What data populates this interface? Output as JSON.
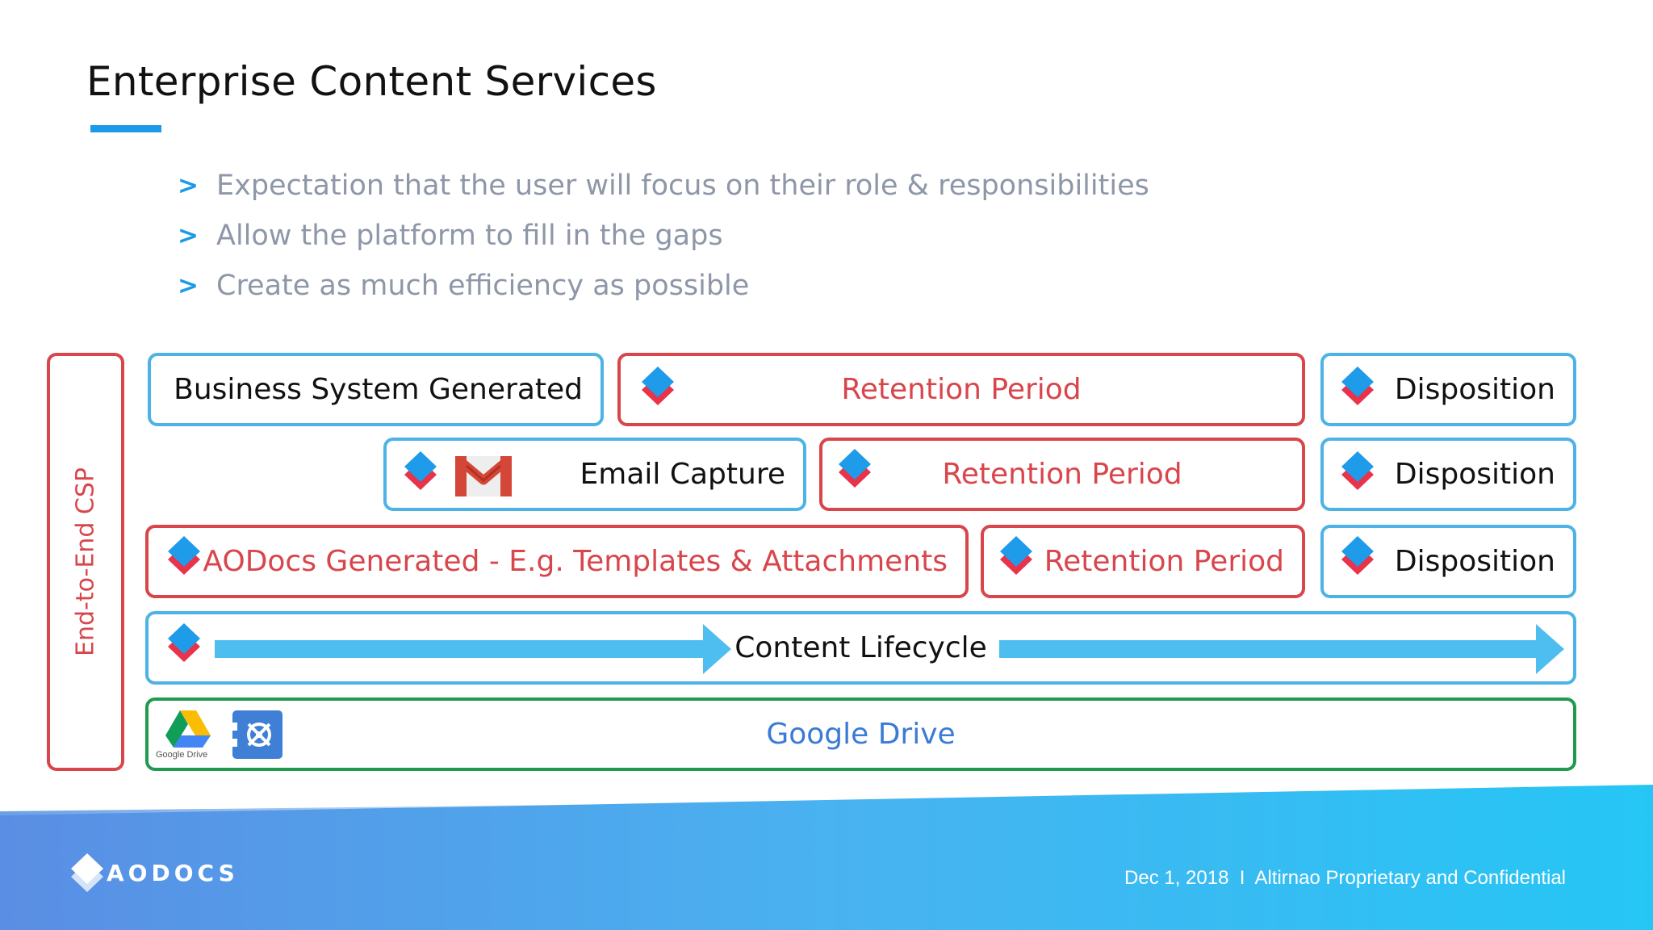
{
  "title": "Enterprise Content Services",
  "bullets": [
    "Expectation that the user will focus on their role & responsibilities",
    "Allow the platform to fill in the gaps",
    "Create as much efficiency as possible"
  ],
  "bullet_marker": ">",
  "side_label": "End-to-End CSP",
  "rows": {
    "business": {
      "source": "Business System Generated",
      "retention": "Retention Period",
      "disposition": "Disposition"
    },
    "email": {
      "source": "Email Capture",
      "retention": "Retention Period",
      "disposition": "Disposition"
    },
    "aodocs": {
      "source": "AODocs Generated - E.g. Templates & Attachments",
      "retention": "Retention Period",
      "disposition": "Disposition"
    },
    "lifecycle": "Content Lifecycle",
    "drive": "Google Drive"
  },
  "drive_logo_caption": "Google Drive",
  "footer": {
    "brand": "AODOCS",
    "note": "Dec 1, 2018  I  Altirnao Proprietary and Confidential"
  },
  "icons": [
    "aodocs-logo-icon",
    "gmail-icon",
    "google-drive-icon",
    "google-vault-icon",
    "arrow-right-icon"
  ],
  "colors": {
    "accent_blue": "#1a9be8",
    "box_blue": "#4db3e6",
    "box_red": "#d8464c",
    "box_green": "#1f9a4f",
    "bullet_gray": "#8e97a8",
    "drive_text": "#3b7bd6"
  }
}
